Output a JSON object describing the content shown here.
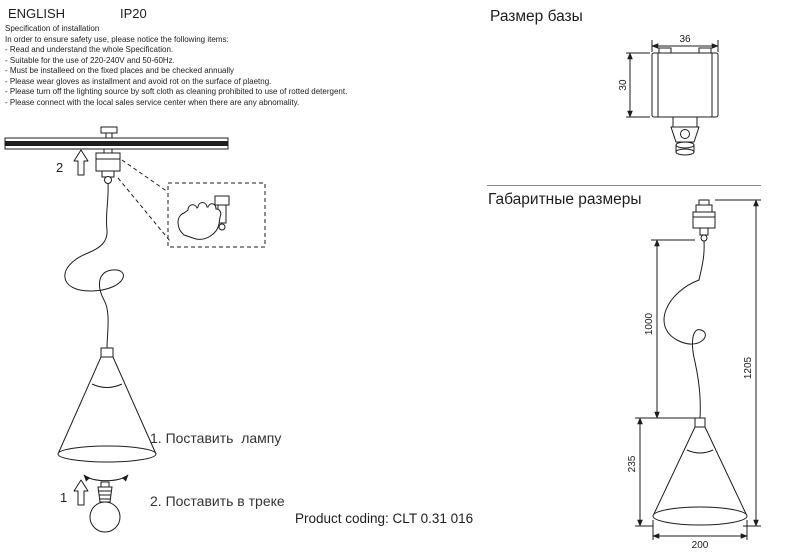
{
  "header": {
    "language": "ENGLISH",
    "ip_rating": "IP20"
  },
  "spec": {
    "title": "Specification of installation",
    "intro": "In order to ensure safety use, please notice the following items:",
    "items": [
      "- Read and understand the whole Specification.",
      "- Suitable for the use of 220-240V and 50-60Hz.",
      "- Must be installeed on the fixed places and be checked annually",
      "- Please wear gloves as installment and avoid rot on the surface of plaetng.",
      "- Please turn off the lighting source by soft cloth as cleaning prohibited to use of rotted detergent.",
      "- Please connect with the local sales service center when there are any abnomality."
    ]
  },
  "install_steps": {
    "marker1": "1",
    "marker2": "2",
    "step1": "1. Поставить  лампу",
    "step2": "2. Поставить в треке"
  },
  "base_section": {
    "title": "Размер базы",
    "dims": {
      "width": "36",
      "height": "30"
    }
  },
  "overall_section": {
    "title": "Габаритные размеры",
    "dims": {
      "cord_length": "1000",
      "total_height": "1205",
      "shade_height": "235",
      "shade_diameter": "200"
    }
  },
  "footer": {
    "product_coding": "Product coding: CLT 0.31 016"
  }
}
